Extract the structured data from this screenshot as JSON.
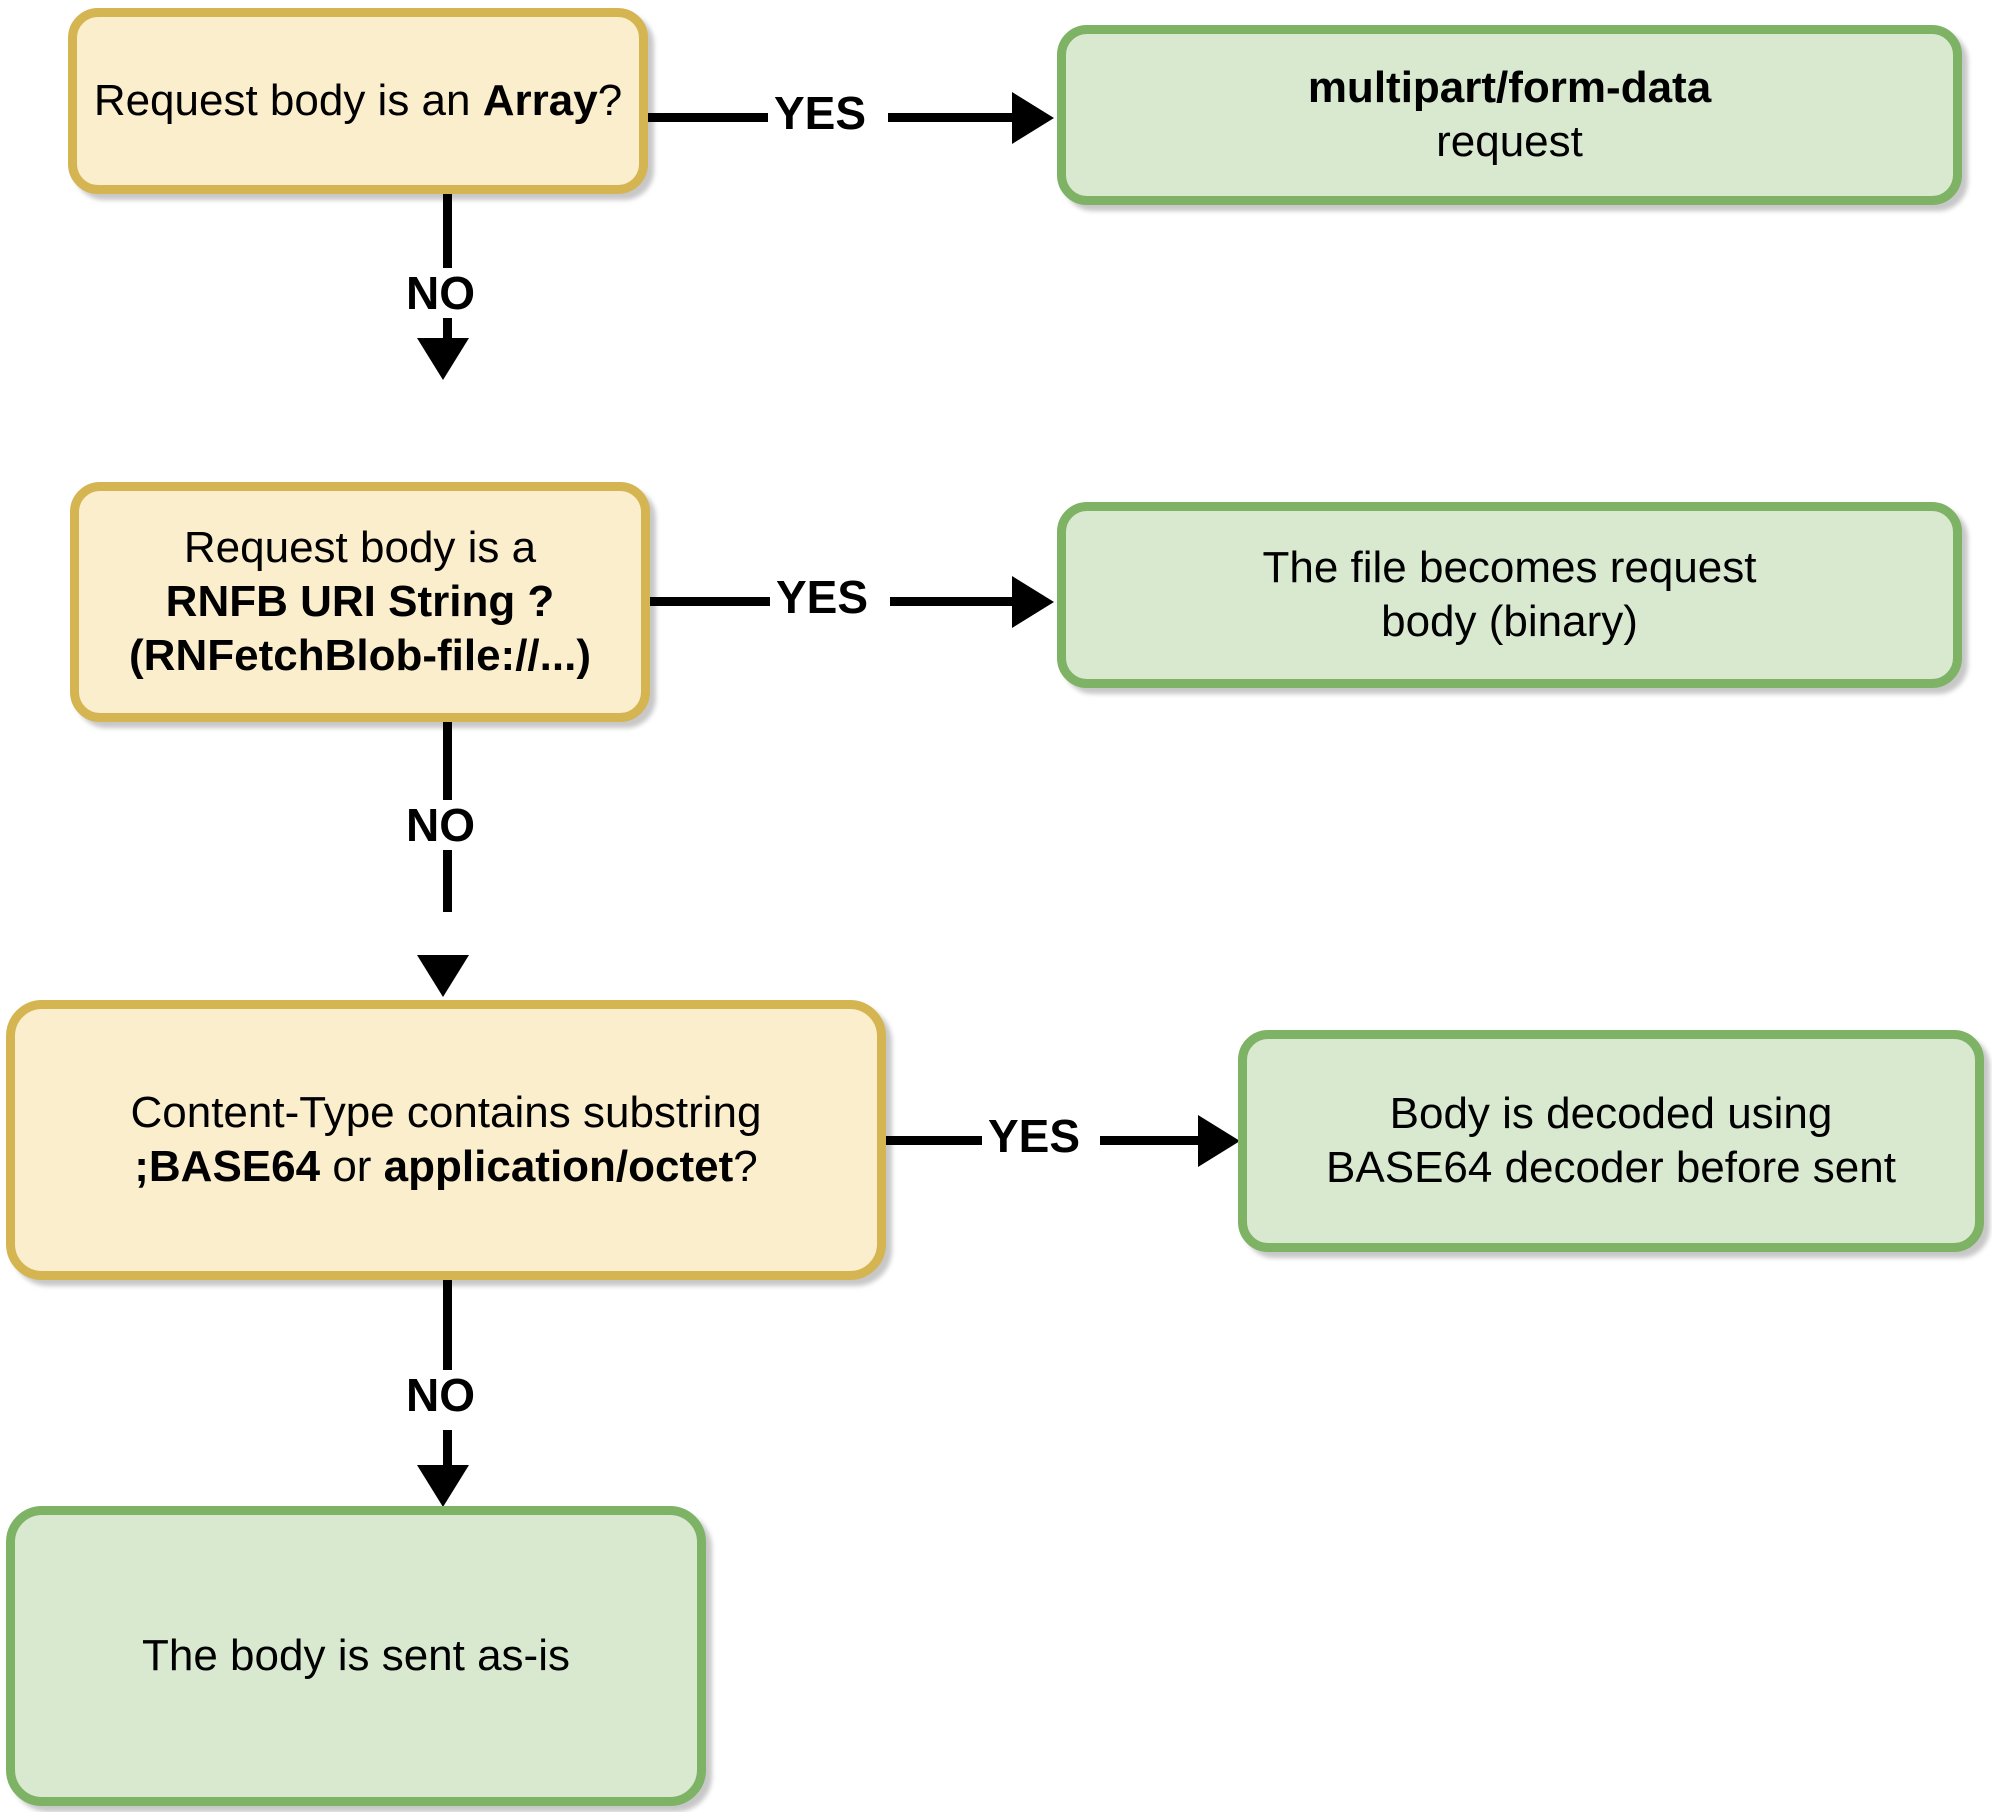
{
  "diagram": {
    "title": "Request body handling decision flow",
    "colors": {
      "decision_fill": "#fbeecd",
      "decision_border": "#d4b551",
      "result_fill": "#d8e9d0",
      "result_border": "#7eb264",
      "connector": "#000000",
      "background": "#ffffff"
    }
  },
  "nodes": {
    "decision_array": {
      "type": "decision",
      "line1_pre": "Request body is an ",
      "line1_bold": "Array",
      "line1_post": "?"
    },
    "result_multipart": {
      "type": "result",
      "line1_bold": "multipart/form-data",
      "line2": "request"
    },
    "decision_rnfb": {
      "type": "decision",
      "line1": "Request body is a",
      "line2_bold": "RNFB URI String ?",
      "line3_bold": "(RNFetchBlob-file://...)"
    },
    "result_file_binary": {
      "type": "result",
      "line1": "The file becomes request",
      "line2": "body (binary)"
    },
    "decision_content_type": {
      "type": "decision",
      "line1": "Content-Type contains substring",
      "line2_bold_a": ";BASE64",
      "line2_mid": " or ",
      "line2_bold_b": "application/octet",
      "line2_post": "?"
    },
    "result_base64": {
      "type": "result",
      "line1": "Body is decoded using",
      "line2": "BASE64 decoder before sent"
    },
    "result_as_is": {
      "type": "result",
      "line1": "The body is sent as-is"
    }
  },
  "edges": {
    "yes_1": "YES",
    "yes_2": "YES",
    "yes_3": "YES",
    "no_1": "NO",
    "no_2": "NO",
    "no_3": "NO"
  }
}
